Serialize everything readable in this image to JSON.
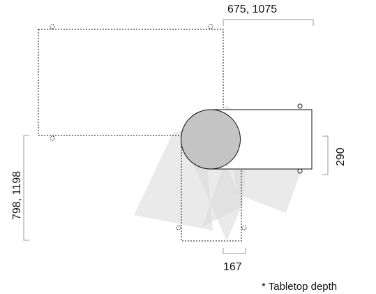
{
  "dimensions": {
    "top_width": "675, 1075",
    "left_length": "798, 1198",
    "right_depth": "290",
    "bottom_width": "167"
  },
  "footnote": "* Tabletop depth",
  "colors": {
    "line": "#111111",
    "dim_line": "#9a9a9a",
    "swing_fill": "#d8d8d8",
    "round_fill": "#c4c4c4"
  }
}
